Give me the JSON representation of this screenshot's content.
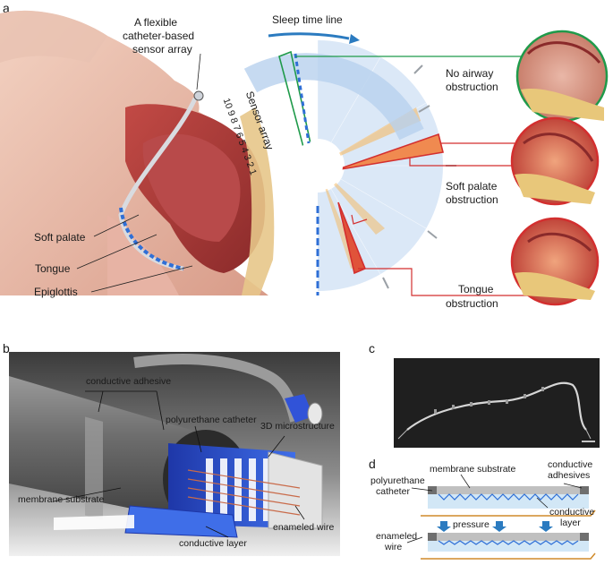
{
  "panels": {
    "a": {
      "letter": "a",
      "catheter_label": "A flexible catheter-based sensor array",
      "catheter_label_lines": [
        "A flexible",
        "catheter-based",
        "sensor array"
      ],
      "timeline_label": "Sleep time line",
      "sensor_numbers": "10 9 8 7 6 5 4 3 2 1",
      "sensor_array_label": "Sensor array",
      "anatomy": [
        "Soft palate",
        "Tongue",
        "Epiglottis"
      ],
      "outcomes": [
        {
          "lines": [
            "No airway",
            "obstruction"
          ],
          "color": "#1f9a4a"
        },
        {
          "lines": [
            "Soft palate",
            "obstruction"
          ],
          "color": "#d32f2f"
        },
        {
          "lines": [
            "Tongue",
            "obstruction"
          ],
          "color": "#d32f2f"
        }
      ]
    },
    "b": {
      "letter": "b",
      "labels": [
        "conductive adhesive",
        "polyurethane catheter",
        "3D microstructure",
        "membrane substrate",
        "conductive layer",
        "enameled wire"
      ]
    },
    "c": {
      "letter": "c"
    },
    "d": {
      "letter": "d",
      "membrane_substrate": "membrane substrate",
      "conductive_adhesives_lines": [
        "conductive",
        "adhesives"
      ],
      "polyurethane_catheter_lines": [
        "polyurethane",
        "catheter"
      ],
      "conductive_layer_lines": [
        "conductive",
        "layer"
      ],
      "pressure": "pressure",
      "enameled_wire_lines": [
        "enameled",
        "wire"
      ]
    }
  },
  "colors": {
    "accent_blue": "#2f6fd6",
    "green_frame": "#1f9a4a",
    "red_frame": "#d32f2f",
    "arrow_blue": "#2b7bc0"
  }
}
